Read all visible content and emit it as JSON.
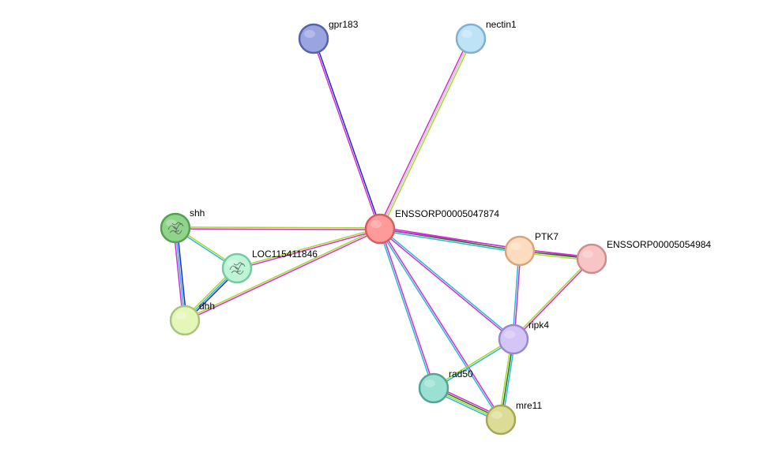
{
  "network": {
    "nodes": [
      {
        "id": "ENSSORP00005047874",
        "label": "ENSSORP00005047874",
        "fill": "#ff9a9a",
        "stroke": "#d35f5f",
        "structure": false
      },
      {
        "id": "gpr183",
        "label": "gpr183",
        "fill": "#9aa5e0",
        "stroke": "#5563a8",
        "structure": false
      },
      {
        "id": "nectin1",
        "label": "nectin1",
        "fill": "#bfe3f6",
        "stroke": "#7fb0cf",
        "structure": false
      },
      {
        "id": "shh",
        "label": "shh",
        "fill": "#8fd48a",
        "stroke": "#55a04f",
        "structure": true
      },
      {
        "id": "LOC115411846",
        "label": "LOC115411846",
        "fill": "#bdf5d6",
        "stroke": "#78c9a1",
        "structure": true
      },
      {
        "id": "dhh",
        "label": "dhh",
        "fill": "#e2f7b8",
        "stroke": "#a9c47c",
        "structure": false
      },
      {
        "id": "PTK7",
        "label": "PTK7",
        "fill": "#fcdcbf",
        "stroke": "#d9a47a",
        "structure": false
      },
      {
        "id": "ENSSORP00005054984",
        "label": "ENSSORP00005054984",
        "fill": "#f7c5c5",
        "stroke": "#cc8d8d",
        "structure": false
      },
      {
        "id": "ripk4",
        "label": "ripk4",
        "fill": "#d3c5f5",
        "stroke": "#9a87cc",
        "structure": false
      },
      {
        "id": "rad50",
        "label": "rad50",
        "fill": "#9ae0d3",
        "stroke": "#55a394",
        "structure": false
      },
      {
        "id": "mre11",
        "label": "mre11",
        "fill": "#dcdc96",
        "stroke": "#a6a65a",
        "structure": false
      }
    ],
    "edges": [
      {
        "source": "ENSSORP00005047874",
        "target": "gpr183",
        "colors": [
          "#d12bd1",
          "#2424d1"
        ]
      },
      {
        "source": "ENSSORP00005047874",
        "target": "nectin1",
        "colors": [
          "#d12bd1",
          "#c8c8c8",
          "#a6d62a"
        ]
      },
      {
        "source": "ENSSORP00005047874",
        "target": "shh",
        "colors": [
          "#d12bd1",
          "#a6d62a"
        ]
      },
      {
        "source": "ENSSORP00005047874",
        "target": "LOC115411846",
        "colors": [
          "#d12bd1",
          "#a6d62a"
        ]
      },
      {
        "source": "ENSSORP00005047874",
        "target": "dhh",
        "colors": [
          "#d12bd1",
          "#a6d62a"
        ]
      },
      {
        "source": "ENSSORP00005047874",
        "target": "PTK7",
        "colors": [
          "#d12bd1",
          "#1f6f1f",
          "#27b7d6"
        ]
      },
      {
        "source": "ENSSORP00005047874",
        "target": "ENSSORP00005054984",
        "colors": [
          "#d12bd1"
        ]
      },
      {
        "source": "ENSSORP00005047874",
        "target": "ripk4",
        "colors": [
          "#27b7d6",
          "#d12bd1"
        ]
      },
      {
        "source": "ENSSORP00005047874",
        "target": "rad50",
        "colors": [
          "#d12bd1",
          "#27b7d6"
        ]
      },
      {
        "source": "ENSSORP00005047874",
        "target": "mre11",
        "colors": [
          "#d12bd1",
          "#27b7d6"
        ]
      },
      {
        "source": "shh",
        "target": "LOC115411846",
        "colors": [
          "#a6d62a",
          "#27b7d6"
        ]
      },
      {
        "source": "shh",
        "target": "dhh",
        "colors": [
          "#2424d1",
          "#27b7d6",
          "#d12bd1"
        ]
      },
      {
        "source": "LOC115411846",
        "target": "dhh",
        "colors": [
          "#2424d1",
          "#27b7d6",
          "#a6d62a"
        ]
      },
      {
        "source": "PTK7",
        "target": "ENSSORP00005054984",
        "colors": [
          "#d12bd1",
          "#1f6f1f",
          "#a6d62a"
        ]
      },
      {
        "source": "PTK7",
        "target": "ripk4",
        "colors": [
          "#d12bd1",
          "#27b7d6"
        ]
      },
      {
        "source": "ENSSORP00005054984",
        "target": "ripk4",
        "colors": [
          "#d12bd1",
          "#a6d62a"
        ]
      },
      {
        "source": "ripk4",
        "target": "rad50",
        "colors": [
          "#27b7d6",
          "#a6d62a"
        ]
      },
      {
        "source": "ripk4",
        "target": "mre11",
        "colors": [
          "#27b7d6",
          "#1f6f1f",
          "#a6d62a"
        ]
      },
      {
        "source": "rad50",
        "target": "mre11",
        "colors": [
          "#d12bd1",
          "#1f6f1f",
          "#a6d62a",
          "#27b7d6"
        ]
      }
    ]
  }
}
